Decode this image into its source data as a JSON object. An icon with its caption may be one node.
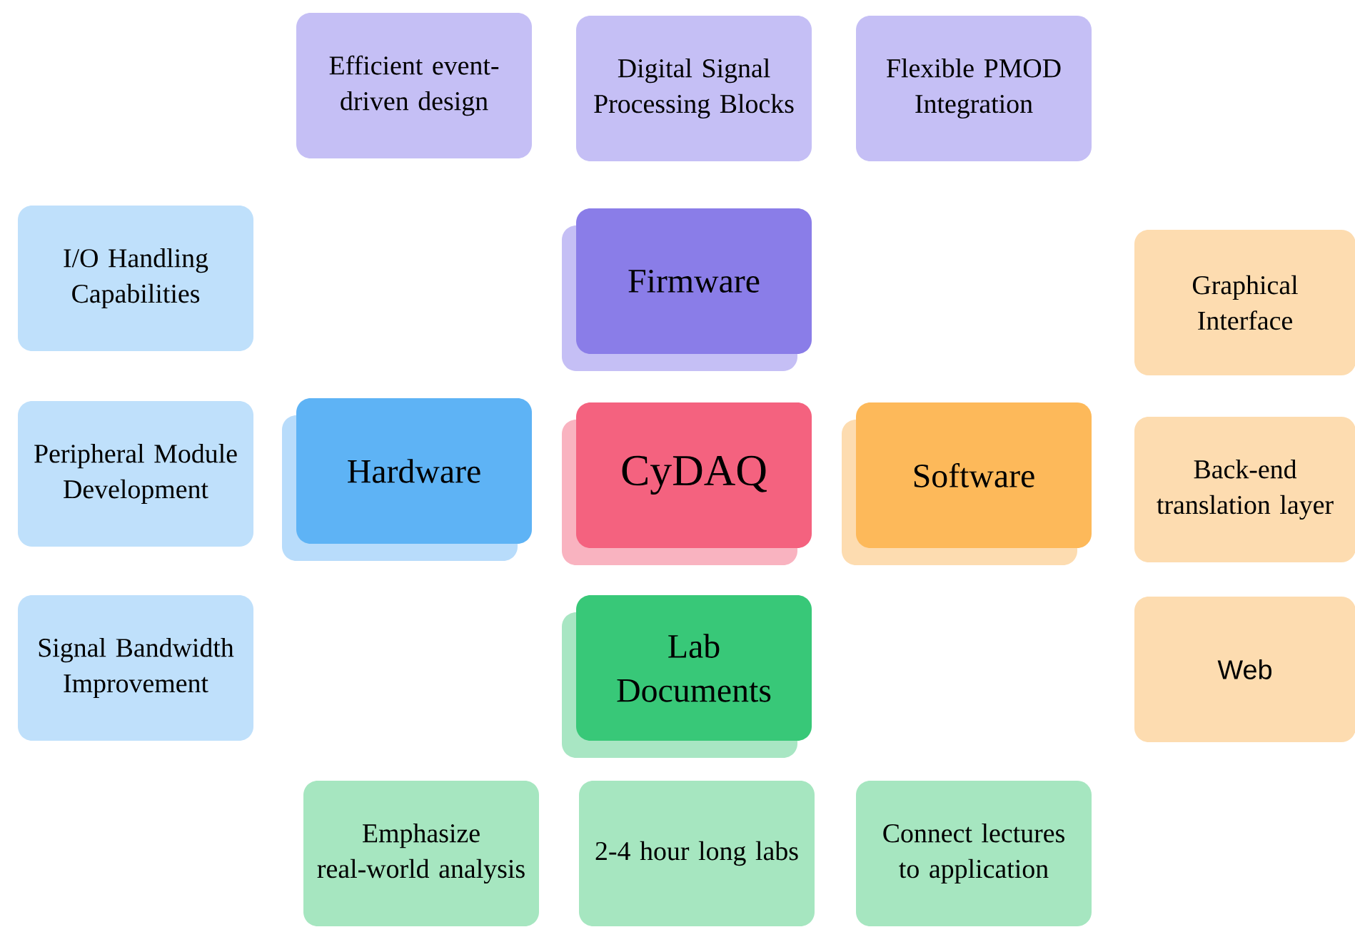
{
  "diagram": {
    "nodes": [
      {
        "text": [
          "Efficient event-driven design"
        ]
      },
      {
        "text": [
          "Digital Signal Processing Blocks"
        ]
      },
      {
        "text": [
          "Flexible PMOD Integration"
        ]
      },
      {
        "text": [
          "I/O Handling Capabilities"
        ]
      },
      {
        "text": [
          "Firmware"
        ]
      },
      {
        "text": [
          "Graphical Interface"
        ]
      },
      {
        "text": [
          "Peripheral Module Development"
        ]
      },
      {
        "text": [
          "Hardware"
        ]
      },
      {
        "text": [
          "CyDAQ"
        ]
      },
      {
        "text": [
          "Software"
        ]
      },
      {
        "text": [
          "Back-end translation layer"
        ]
      },
      {
        "text": [
          "Signal Bandwidth Improvement"
        ]
      },
      {
        "text": [
          "Lab Documents"
        ]
      },
      {
        "text": [
          "Web"
        ]
      },
      {
        "text": [
          "Emphasize real-world analysis"
        ]
      },
      {
        "text": [
          "2-4 hour long labs"
        ]
      },
      {
        "text": [
          "Connect lectures to application"
        ]
      }
    ]
  }
}
